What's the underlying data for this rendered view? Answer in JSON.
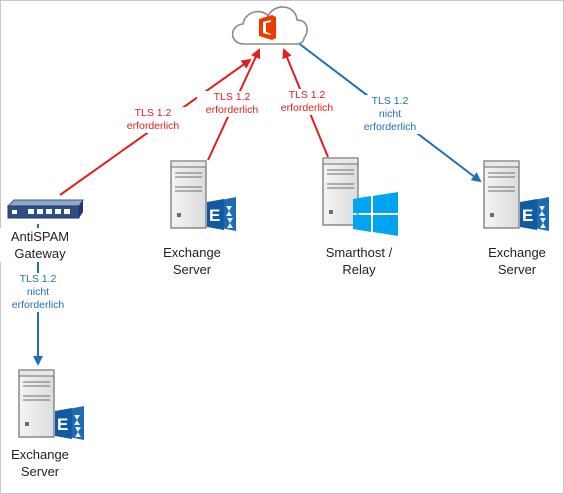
{
  "nodes": {
    "antispam": {
      "line1": "AntiSPAM",
      "line2": "Gateway"
    },
    "exchange_mid": {
      "line1": "Exchange",
      "line2": "Server"
    },
    "smarthost": {
      "line1": "Smarthost /",
      "line2": "Relay"
    },
    "exchange_right": {
      "line1": "Exchange",
      "line2": "Server"
    },
    "exchange_bottom": {
      "line1": "Exchange",
      "line2": "Server"
    }
  },
  "edges": {
    "antispam_cloud": {
      "line1": "TLS 1.2",
      "line2": "erforderlich",
      "color": "#e02020"
    },
    "exchange_cloud": {
      "line1": "TLS 1.2",
      "line2": "erforderlich",
      "color": "#e02020"
    },
    "smarthost_cloud": {
      "line1": "TLS 1.2",
      "line2": "erforderlich",
      "color": "#e02020"
    },
    "cloud_exchange_right": {
      "line1": "TLS 1.2",
      "line2": "nicht",
      "line3": "erforderlich",
      "color": "#1f6fb8"
    },
    "antispam_exchange_bottom": {
      "line1": "TLS 1.2",
      "line2": "nicht",
      "line3": "erforderlich",
      "color": "#1f6fb8"
    }
  },
  "icons": {
    "cloud": "office365-cloud-icon",
    "server": "server-icon",
    "exchange": "exchange-logo-icon",
    "windows": "windows-logo-icon",
    "gateway": "network-gateway-icon"
  }
}
